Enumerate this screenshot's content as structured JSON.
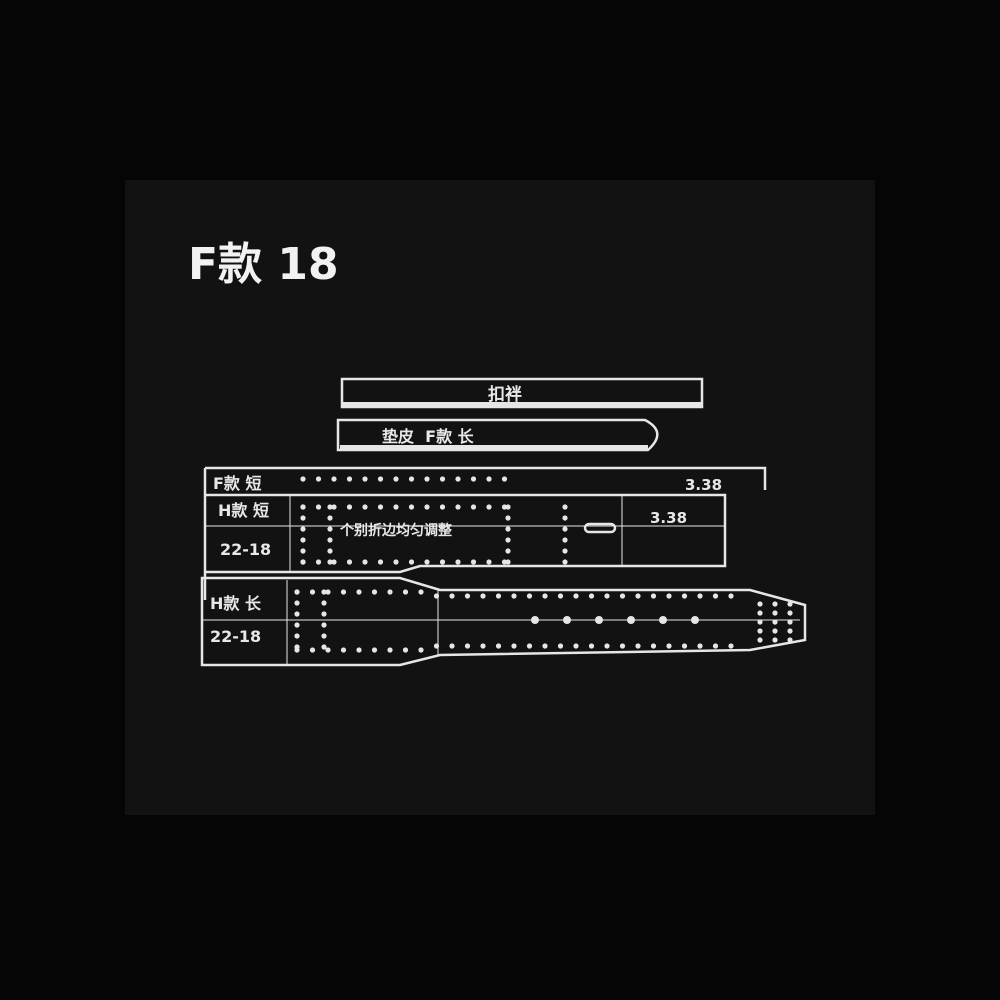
{
  "title": "F款 18",
  "pieces": {
    "keeper": "扣袢",
    "lining": "垫皮  F款 长",
    "f_short": {
      "label": "F款 短",
      "size": "3.38"
    },
    "h_short": {
      "label": "H款 短",
      "code": "22-18",
      "note": "个别折边均匀调整",
      "size": "3.38"
    },
    "h_long": {
      "label": "H款 长",
      "code": "22-18"
    }
  },
  "colors": {
    "background": "#050505",
    "panel": "#121212",
    "acrylic_edge": "#e6e6e6"
  }
}
